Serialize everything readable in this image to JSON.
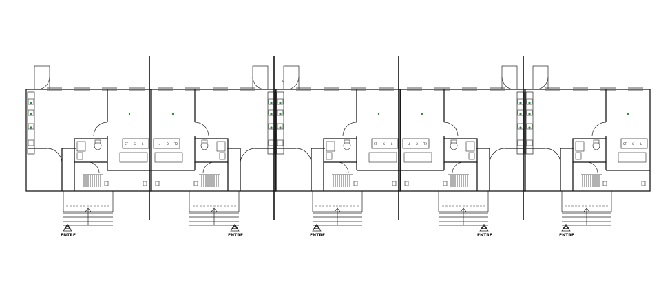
{
  "drawing": {
    "entrance_label": "ENTRE",
    "stair_marker": "R",
    "fixture_labels": [
      "ST",
      "G",
      "L"
    ]
  },
  "units": [
    {
      "id": 1,
      "mirrored": false
    },
    {
      "id": 2,
      "mirrored": true
    },
    {
      "id": 3,
      "mirrored": false
    },
    {
      "id": 4,
      "mirrored": true
    },
    {
      "id": 5,
      "mirrored": false
    }
  ],
  "colors": {
    "line": "#1a1a1a",
    "accent_green": "#2e8b3a"
  }
}
